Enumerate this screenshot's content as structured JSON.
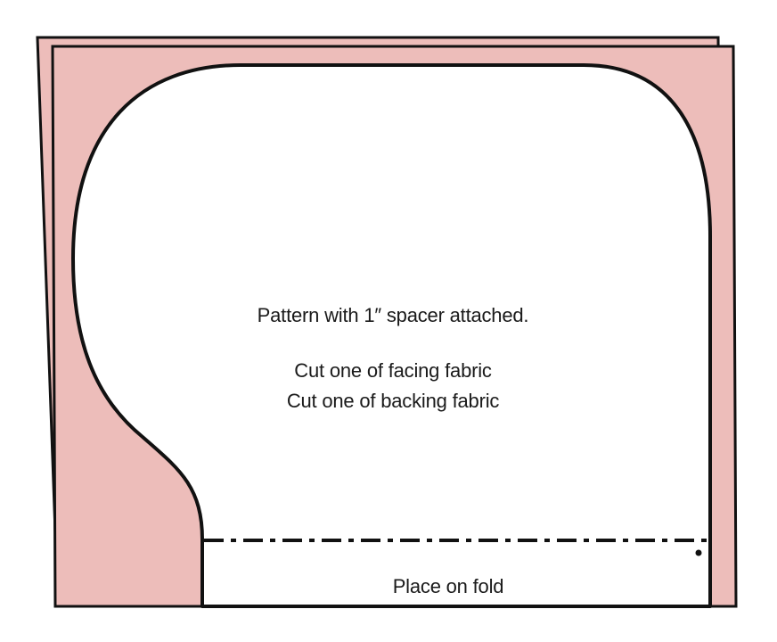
{
  "diagram": {
    "caption_line_1": "Pattern with 1″ spacer attached.",
    "caption_line_2": "Cut one of facing fabric",
    "caption_line_3": "Cut one of backing fabric",
    "fold_label": "Place on fold"
  },
  "colors": {
    "fabric_pink": "#edbdba",
    "outline": "#111111",
    "pattern_fill": "#ffffff"
  }
}
